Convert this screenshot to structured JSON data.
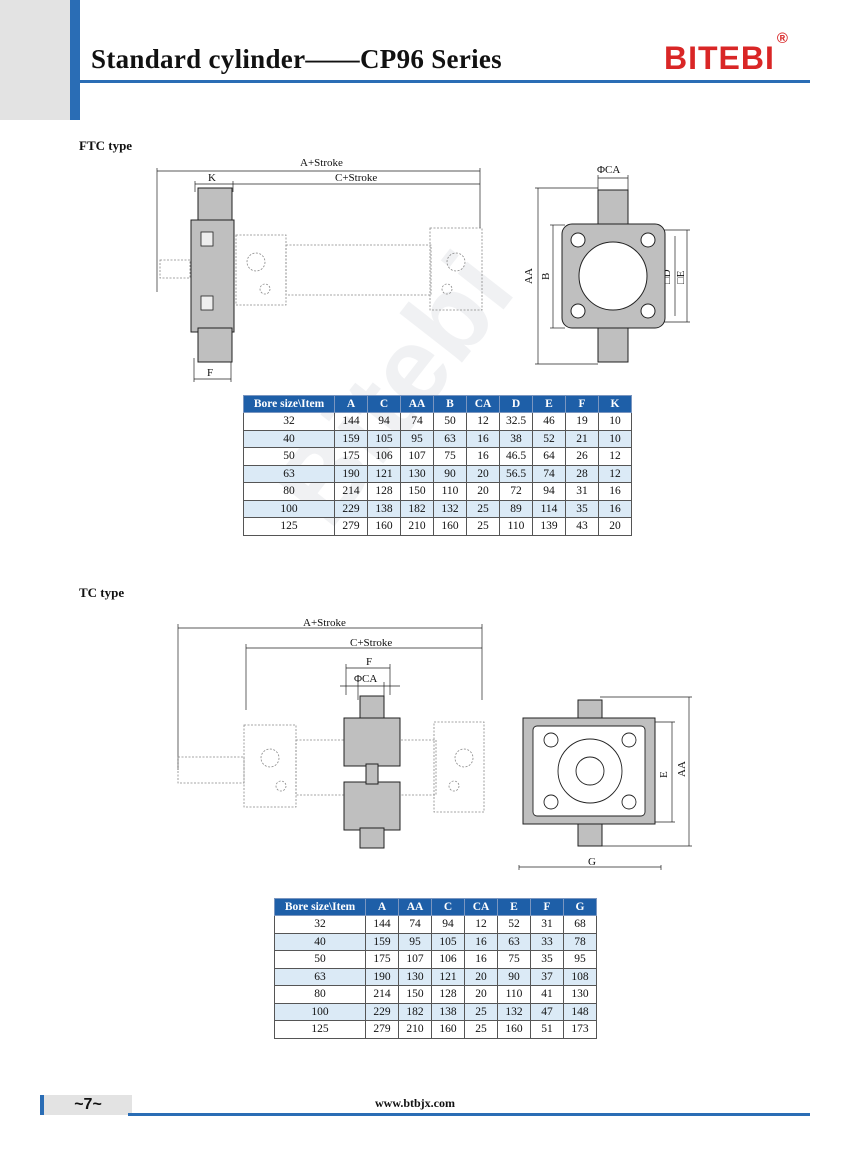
{
  "header": {
    "title": "Standard cylinder——CP96 Series",
    "brand": "BITEBI",
    "brand_mark": "®"
  },
  "watermark": "Bitebi",
  "ftc": {
    "label": "FTC type",
    "dims": {
      "a_stroke": "A+Stroke",
      "c_stroke": "C+Stroke",
      "k": "K",
      "f": "F",
      "ca": "ΦCA",
      "aa": "AA",
      "b": "B",
      "d": "□D",
      "e": "□E"
    },
    "table": {
      "headers": [
        "Bore size\\Item",
        "A",
        "C",
        "AA",
        "B",
        "CA",
        "D",
        "E",
        "F",
        "K"
      ],
      "rows": [
        [
          "32",
          "144",
          "94",
          "74",
          "50",
          "12",
          "32.5",
          "46",
          "19",
          "10"
        ],
        [
          "40",
          "159",
          "105",
          "95",
          "63",
          "16",
          "38",
          "52",
          "21",
          "10"
        ],
        [
          "50",
          "175",
          "106",
          "107",
          "75",
          "16",
          "46.5",
          "64",
          "26",
          "12"
        ],
        [
          "63",
          "190",
          "121",
          "130",
          "90",
          "20",
          "56.5",
          "74",
          "28",
          "12"
        ],
        [
          "80",
          "214",
          "128",
          "150",
          "110",
          "20",
          "72",
          "94",
          "31",
          "16"
        ],
        [
          "100",
          "229",
          "138",
          "182",
          "132",
          "25",
          "89",
          "114",
          "35",
          "16"
        ],
        [
          "125",
          "279",
          "160",
          "210",
          "160",
          "25",
          "110",
          "139",
          "43",
          "20"
        ]
      ]
    }
  },
  "tc": {
    "label": "TC type",
    "dims": {
      "a_stroke": "A+Stroke",
      "c_stroke": "C+Stroke",
      "f": "F",
      "ca": "ΦCA",
      "e": "E",
      "aa": "AA",
      "g": "G"
    },
    "table": {
      "headers": [
        "Bore size\\Item",
        "A",
        "AA",
        "C",
        "CA",
        "E",
        "F",
        "G"
      ],
      "rows": [
        [
          "32",
          "144",
          "74",
          "94",
          "12",
          "52",
          "31",
          "68"
        ],
        [
          "40",
          "159",
          "95",
          "105",
          "16",
          "63",
          "33",
          "78"
        ],
        [
          "50",
          "175",
          "107",
          "106",
          "16",
          "75",
          "35",
          "95"
        ],
        [
          "63",
          "190",
          "130",
          "121",
          "20",
          "90",
          "37",
          "108"
        ],
        [
          "80",
          "214",
          "150",
          "128",
          "20",
          "110",
          "41",
          "130"
        ],
        [
          "100",
          "229",
          "182",
          "138",
          "25",
          "132",
          "47",
          "148"
        ],
        [
          "125",
          "279",
          "210",
          "160",
          "25",
          "160",
          "51",
          "173"
        ]
      ]
    }
  },
  "footer": {
    "page": "~7~",
    "url": "www.btbjx.com"
  }
}
